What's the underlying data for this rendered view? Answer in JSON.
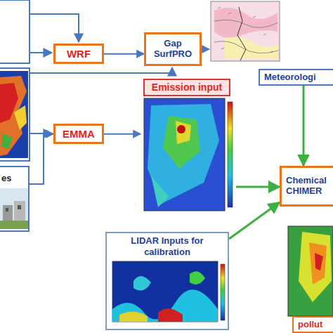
{
  "diagram": {
    "nodes": [
      {
        "text": [
          "WRF"
        ]
      },
      {
        "text": [
          "Gap SurfPRO"
        ]
      },
      {
        "text": [
          "Meteorologi"
        ]
      },
      {
        "text": [
          "EMMA"
        ]
      },
      {
        "text": [
          "Emission input"
        ]
      },
      {
        "text": [
          "es"
        ]
      },
      {
        "text": [
          "Chemical CHIMER"
        ]
      },
      {
        "text": [
          "LIDAR Inputs for calibration"
        ]
      },
      {
        "text": [
          "pollut"
        ]
      }
    ],
    "edges": [
      {
        "from": 0,
        "to": 1,
        "arrow": "to"
      },
      {
        "from": 1,
        "to": 2,
        "arrow": "to"
      },
      {
        "from": 3,
        "to": 4,
        "arrow": "to"
      },
      {
        "from": 5,
        "to": 3,
        "arrow": "to"
      },
      {
        "from": 2,
        "to": 6,
        "arrow": "to"
      },
      {
        "from": 4,
        "to": 6,
        "arrow": "to"
      },
      {
        "from": 7,
        "to": 6,
        "arrow": "to"
      }
    ]
  }
}
